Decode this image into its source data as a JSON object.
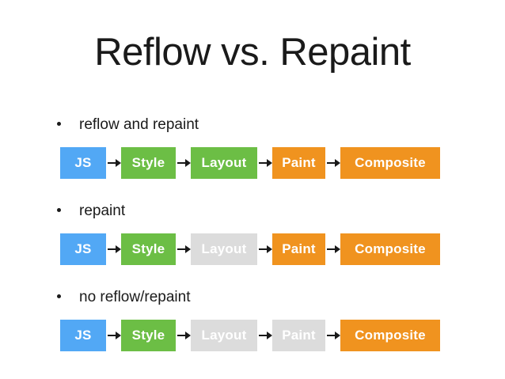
{
  "slide": {
    "title": "Reflow vs. Repaint",
    "background_color": "#ffffff",
    "text_color": "#1a1a1a"
  },
  "palette": {
    "blue": "#52a8f5",
    "green": "#6cbe45",
    "orange": "#f0931f",
    "gray_disabled": "#dcdcdc",
    "arrow": "#1a1a1a",
    "stage_text": "#ffffff"
  },
  "sections": [
    {
      "bullet_label": "reflow and repaint",
      "stages": [
        {
          "label": "JS",
          "color": "#52a8f5",
          "state": "active"
        },
        {
          "label": "Style",
          "color": "#6cbe45",
          "state": "active"
        },
        {
          "label": "Layout",
          "color": "#6cbe45",
          "state": "active"
        },
        {
          "label": "Paint",
          "color": "#f0931f",
          "state": "active"
        },
        {
          "label": "Composite",
          "color": "#f0931f",
          "state": "active"
        }
      ]
    },
    {
      "bullet_label": "repaint",
      "stages": [
        {
          "label": "JS",
          "color": "#52a8f5",
          "state": "active"
        },
        {
          "label": "Style",
          "color": "#6cbe45",
          "state": "active"
        },
        {
          "label": "Layout",
          "color": "#dcdcdc",
          "state": "skipped"
        },
        {
          "label": "Paint",
          "color": "#f0931f",
          "state": "active"
        },
        {
          "label": "Composite",
          "color": "#f0931f",
          "state": "active"
        }
      ]
    },
    {
      "bullet_label": "no reflow/repaint",
      "stages": [
        {
          "label": "JS",
          "color": "#52a8f5",
          "state": "active"
        },
        {
          "label": "Style",
          "color": "#6cbe45",
          "state": "active"
        },
        {
          "label": "Layout",
          "color": "#dcdcdc",
          "state": "skipped"
        },
        {
          "label": "Paint",
          "color": "#dcdcdc",
          "state": "skipped"
        },
        {
          "label": "Composite",
          "color": "#f0931f",
          "state": "active"
        }
      ]
    }
  ]
}
